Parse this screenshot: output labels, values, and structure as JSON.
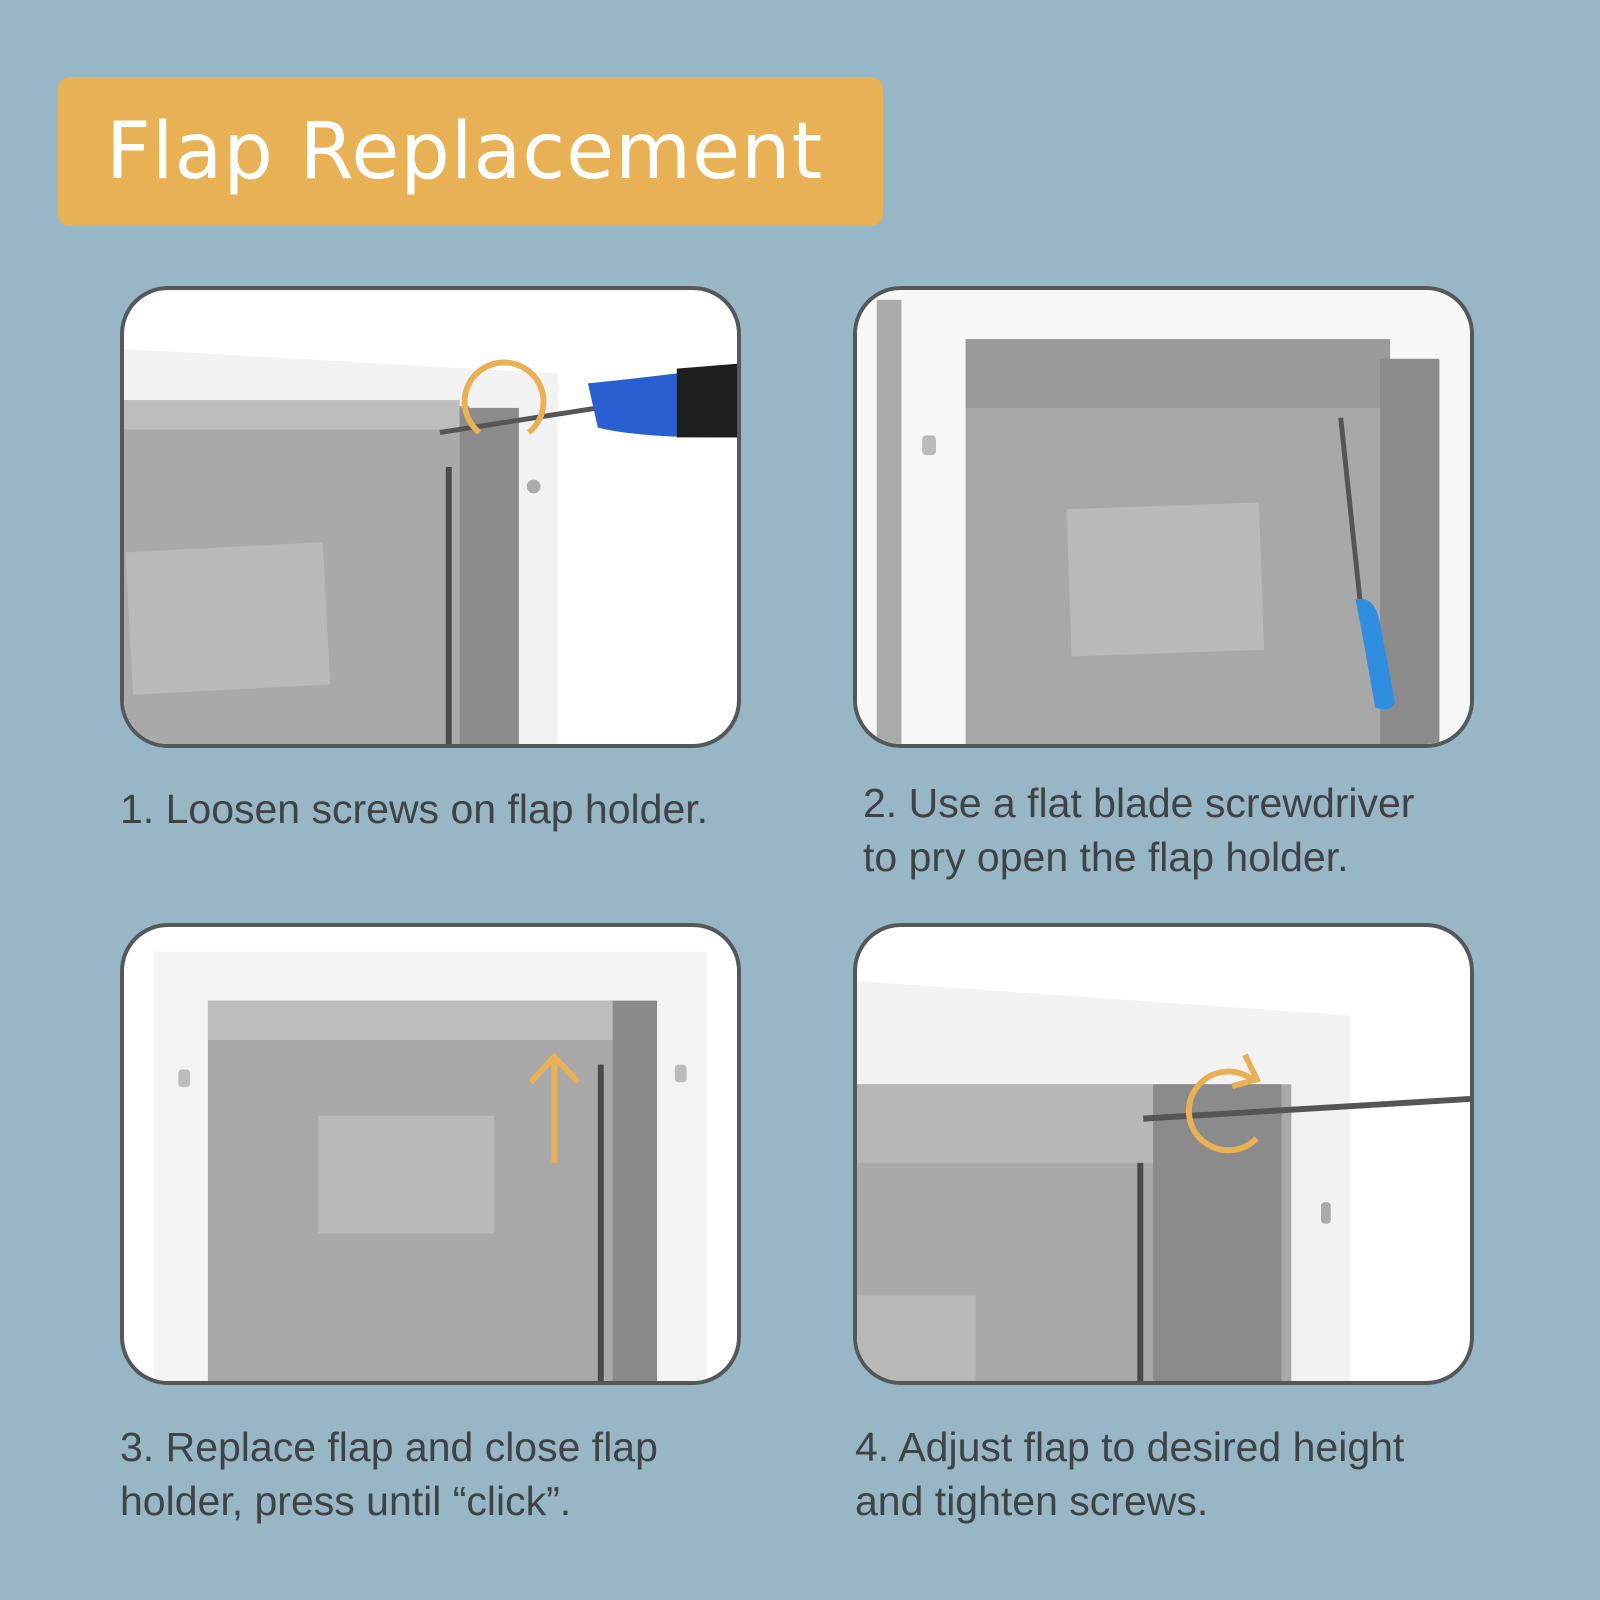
{
  "title": "Flap Replacement",
  "steps": [
    {
      "caption_line1": "1. Loosen screws on flap holder.",
      "caption_line2": ""
    },
    {
      "caption_line1": "2. Use a flat blade screwdriver",
      "caption_line2": "to pry open the flap holder."
    },
    {
      "caption_line1": "3. Replace flap and close flap",
      "caption_line2": "holder, press until “click”."
    },
    {
      "caption_line1": "4. Adjust flap to desired height",
      "caption_line2": "and tighten screws."
    }
  ],
  "colors": {
    "background": "#97b6c6",
    "accent": "#e8b155",
    "screwdriver": "#2f7fd8"
  }
}
